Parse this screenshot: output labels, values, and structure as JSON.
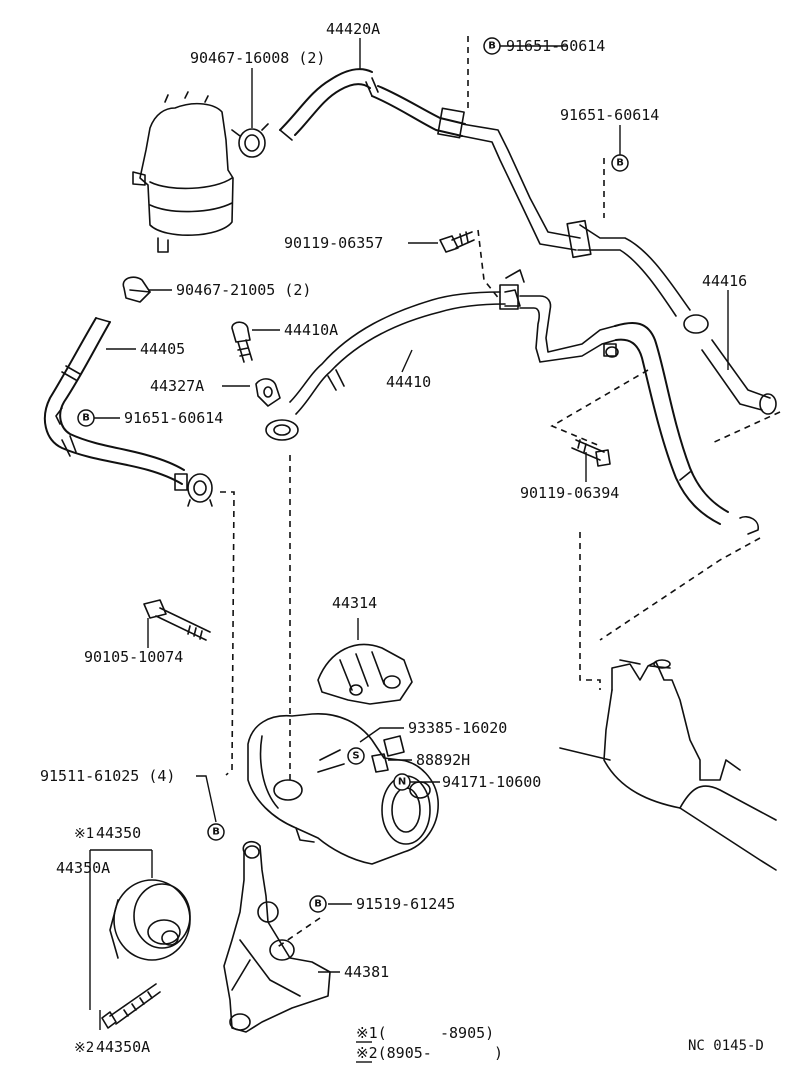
{
  "diagram_code": "NC 0145-D",
  "parts": {
    "p44420A": "44420A",
    "p90467_16008": "90467-16008 (2)",
    "p91651_60614_top": "91651-60614",
    "p91651_60614_right": "91651-60614",
    "p90119_06357": "90119-06357",
    "p90467_21005": "90467-21005 (2)",
    "p44416": "44416",
    "p44405": "44405",
    "p44410A": "44410A",
    "p44327A": "44327A",
    "p44410": "44410",
    "p91651_60614_left": "91651-60614",
    "p90119_06394": "90119-06394",
    "p44314": "44314",
    "p90105_10074": "90105-10074",
    "p93385_16020": "93385-16020",
    "p88892H": "88892H",
    "p94171_10600": "94171-10600",
    "p91511_61025": "91511-61025 (4)",
    "p44350": "44350",
    "p44350A_upper": "44350A",
    "p91519_61245": "91519-61245",
    "p44381": "44381",
    "p44350A_lower": "44350A"
  },
  "markers": {
    "bolt": "B",
    "stud": "S",
    "nut": "N",
    "ref1": "※1",
    "ref2": "※2"
  },
  "notes": {
    "note1_mark": "※1(",
    "note1_range": "-8905)",
    "note2_mark": "※2(8905-",
    "note2_close": ")"
  }
}
